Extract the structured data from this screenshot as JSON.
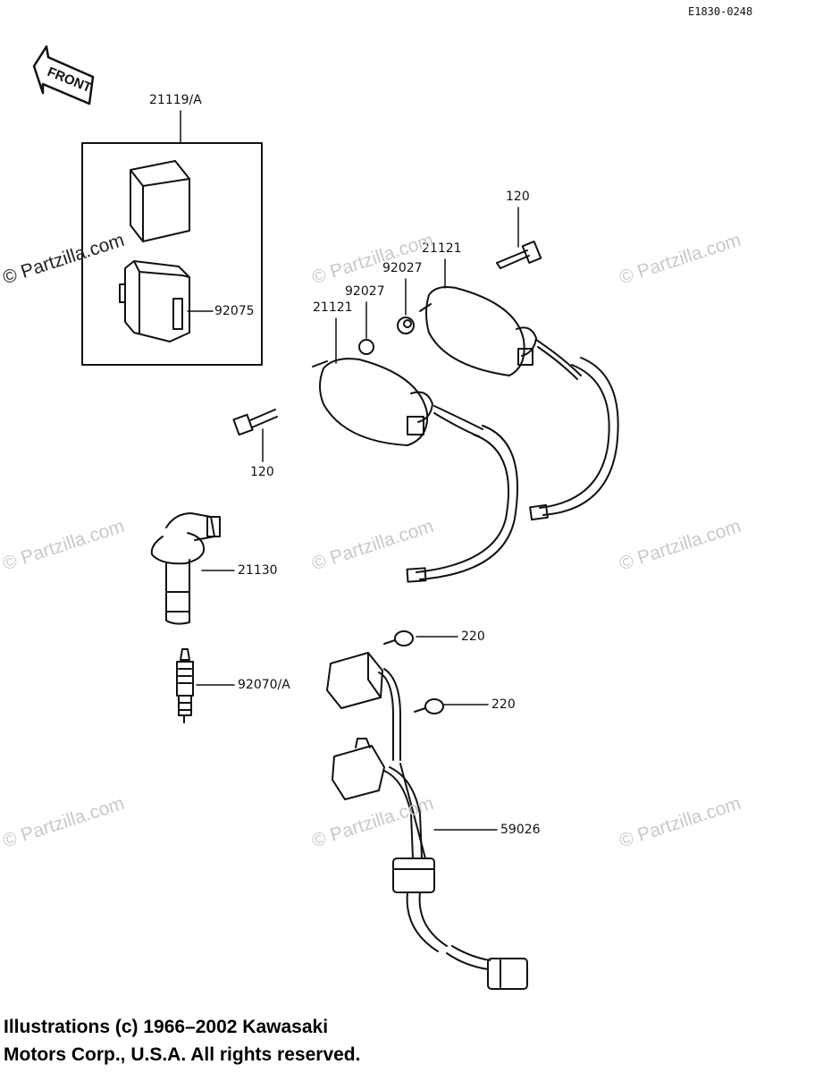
{
  "diagram_code": "E1830-0248",
  "front_arrow_text": "FRONT",
  "watermark_text": "© Partzilla.com",
  "copyright": {
    "line1": "Illustrations (c) 1966–2002 Kawasaki",
    "line2": "Motors Corp., U.S.A.  All rights reserved."
  },
  "parts": {
    "igniter_kit": "21119/A",
    "igniter_case": "92075",
    "bolt_upper": "120",
    "bolt_lower": "120",
    "coil_upper": "21121",
    "coil_lower": "21121",
    "collar_upper": "92027",
    "collar_lower": "92027",
    "plug_cap": "21130",
    "spark_plug": "92070/A",
    "screw_upper": "220",
    "screw_lower": "220",
    "pickup_coil": "59026"
  }
}
